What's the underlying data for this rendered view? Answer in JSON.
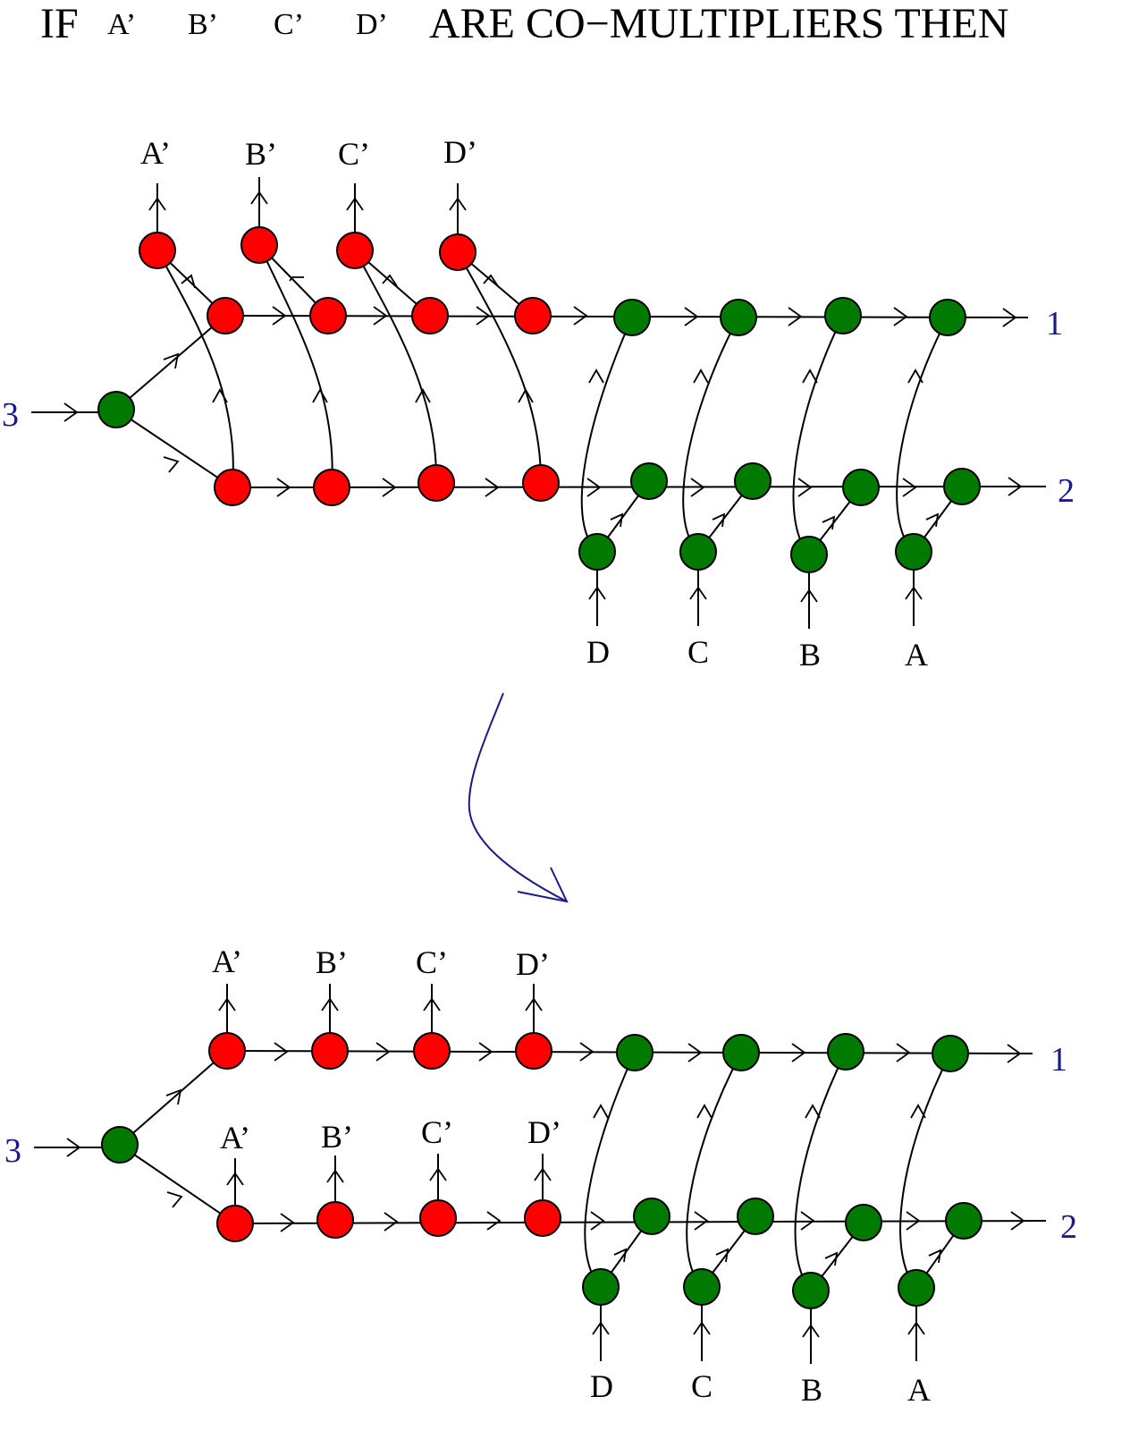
{
  "header": {
    "if": "IF",
    "vars": [
      "A’",
      "B’",
      "C’",
      "D’"
    ],
    "tail": "ARE CO−MULTIPLIERS THEN"
  },
  "top": {
    "out_labels": [
      "A’",
      "B’",
      "C’",
      "D’"
    ],
    "in_labels": [
      "D",
      "C",
      "B",
      "A"
    ],
    "ports": {
      "left": "3",
      "right_top": "1",
      "right_bottom": "2"
    }
  },
  "bottom": {
    "out_labels_top": [
      "A’",
      "B’",
      "C’",
      "D’"
    ],
    "out_labels_bottom": [
      "A’",
      "B’",
      "C’",
      "D’"
    ],
    "in_labels": [
      "D",
      "C",
      "B",
      "A"
    ],
    "ports": {
      "left": "3",
      "right_top": "1",
      "right_bottom": "2"
    }
  },
  "colors": {
    "red_node": "#ff0000",
    "green_node": "#007a00",
    "ports": "#1a1a8c",
    "transition_arrow": "#1a1a8c"
  }
}
